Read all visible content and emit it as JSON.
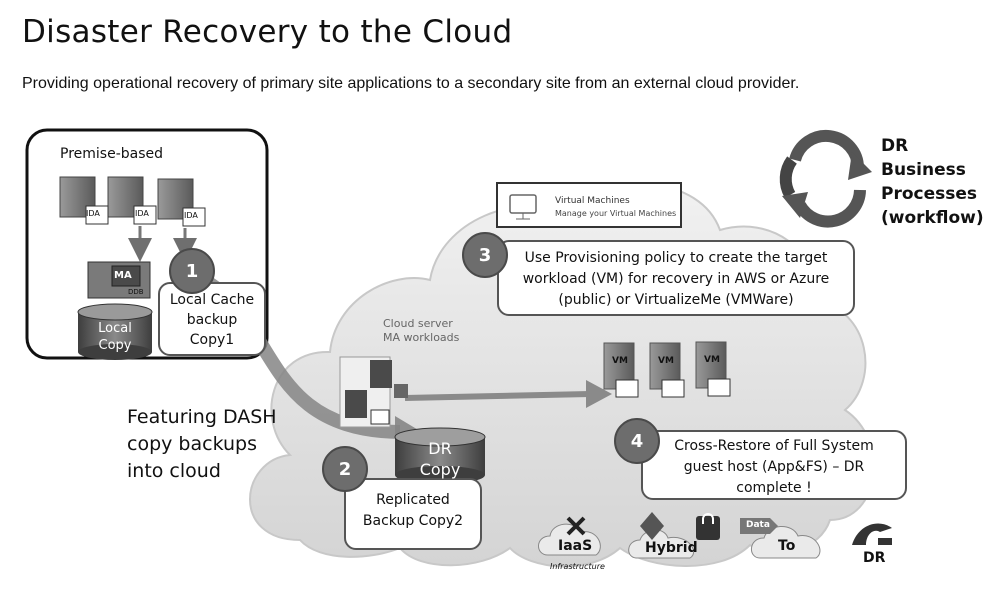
{
  "header": {
    "title": "Disaster Recovery to the Cloud",
    "subtitle": "Providing operational recovery of primary site applications to a secondary site from an external cloud provider."
  },
  "premise": {
    "label": "Premise-based",
    "ida_label": "IDA",
    "ma_label": "MA",
    "ddb_label": "DDB",
    "local_copy": "Local\nCopy"
  },
  "steps": [
    {
      "number": "1",
      "text": "Local Cache\nbackup\nCopy1"
    },
    {
      "number": "2",
      "text": "Replicated\nBackup Copy2"
    },
    {
      "number": "3",
      "text": "Use Provisioning policy to create the target\nworkload (VM) for recovery in AWS or Azure\n(public)  or VirtualizeMe (VMWare)"
    },
    {
      "number": "4",
      "text": "Cross-Restore of Full System\nguest host (App&FS) – DR\ncomplete !"
    }
  ],
  "dr_business": {
    "text": "DR\nBusiness\nProcesses\n(workflow)"
  },
  "virtual_machines": {
    "title": "Virtual Machines",
    "subtitle": "Manage your Virtual Machines"
  },
  "cloud_server": {
    "text": "Cloud server\nMA workloads"
  },
  "featuring": {
    "text": "Featuring DASH\ncopy backups\ninto cloud"
  },
  "dr_copy": {
    "text": "DR\nCopy"
  },
  "vm_label": "VM",
  "bottom_icons": {
    "iaas": "IaaS",
    "iaas_sub": "Infrastructure",
    "hybrid": "Hybrid",
    "data": "Data",
    "to": "To",
    "dr": "DR"
  }
}
